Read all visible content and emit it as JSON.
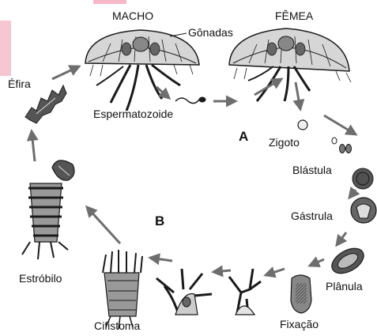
{
  "labels": {
    "macho": "MACHO",
    "femea": "FÊMEA",
    "gonadas": "Gônadas",
    "efira": "Éfira",
    "espermatozoide": "Espermatozoide",
    "a": "A",
    "zigoto": "Zigoto",
    "blastula": "Blástula",
    "gastrula": "Gástrula",
    "b": "B",
    "planula": "Plânula",
    "estrobilo": "Estróbilo",
    "cifistoma": "Cifistoma",
    "fixacao": "Fixação"
  },
  "colors": {
    "ink": "#1a1a1a",
    "arrow": "#6e6e6e",
    "shade": "#9a9a9a",
    "pink": "#f6c6d3"
  }
}
